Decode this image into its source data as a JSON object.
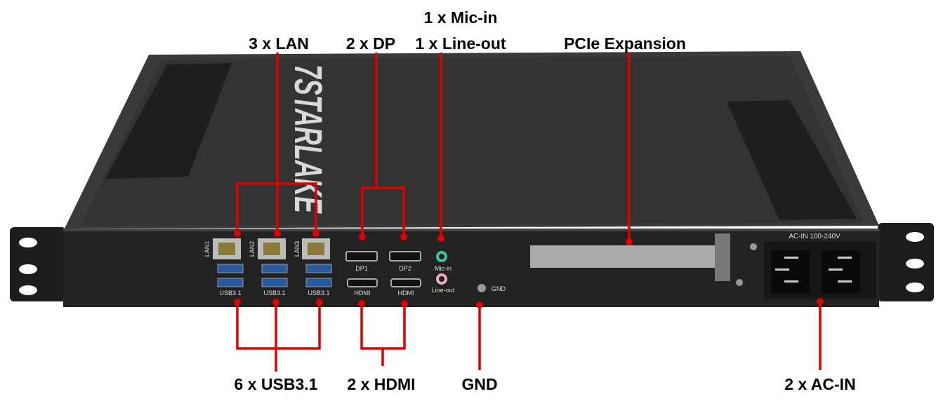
{
  "brand_logo": "7STARLAKE",
  "callouts": {
    "lan": "3 x LAN",
    "dp": "2 x DP",
    "mic_in": "1 x Mic-in",
    "line_out": "1 x Line-out",
    "pcie": "PCIe Expansion",
    "usb": "6 x USB3.1",
    "hdmi": "2 x HDMI",
    "gnd": "GND",
    "ac_in": "2 x AC-IN"
  },
  "port_labels": {
    "lan1": "LAN1",
    "lan2": "LAN2",
    "lan3": "LAN3",
    "usb": "USB3.1",
    "dp1": "DP1",
    "dp2": "DP2",
    "hdmi": "HDMI",
    "mic": "Mic-in",
    "line": "Line-out",
    "gnd": "GND",
    "ac": "AC-IN  100-240V"
  },
  "colors": {
    "callout_line": "#e00000",
    "chassis": "#2a2a2a",
    "mic_jack": "#3fc3a3",
    "line_jack": "#e9a9c9"
  }
}
